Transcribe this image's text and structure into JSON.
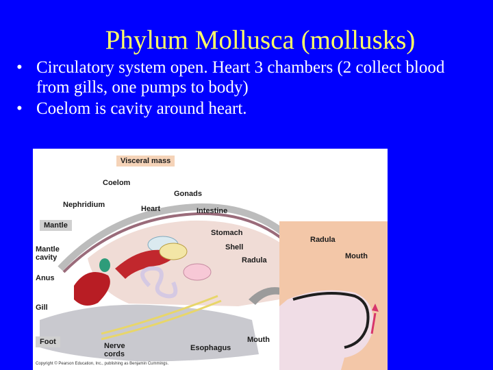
{
  "slide": {
    "title": "Phylum Mollusca (mollusks)",
    "bullets": [
      "Circulatory system open. Heart 3 chambers (2 collect blood from gills, one pumps to body)",
      "Coelom is cavity around heart."
    ],
    "bullet_glyph": "•"
  },
  "figure": {
    "labels": {
      "visceral_mass": "Visceral mass",
      "coelom": "Coelom",
      "gonads": "Gonads",
      "nephridium": "Nephridium",
      "heart": "Heart",
      "intestine": "Intestine",
      "mantle": "Mantle",
      "stomach": "Stomach",
      "mantle_cavity": "Mantle\ncavity",
      "shell": "Shell",
      "radula": "Radula",
      "anus": "Anus",
      "gill": "Gill",
      "foot": "Foot",
      "nerve_cords": "Nerve\ncords",
      "esophagus": "Esophagus",
      "mouth": "Mouth",
      "inset_radula": "Radula",
      "inset_mouth": "Mouth"
    },
    "credit": "Copyright © Pearson Education, Inc., publishing as Benjamin Cummings."
  },
  "colors": {
    "background": "#0000ff",
    "title": "#ffff66",
    "body_text": "#ffffff"
  }
}
